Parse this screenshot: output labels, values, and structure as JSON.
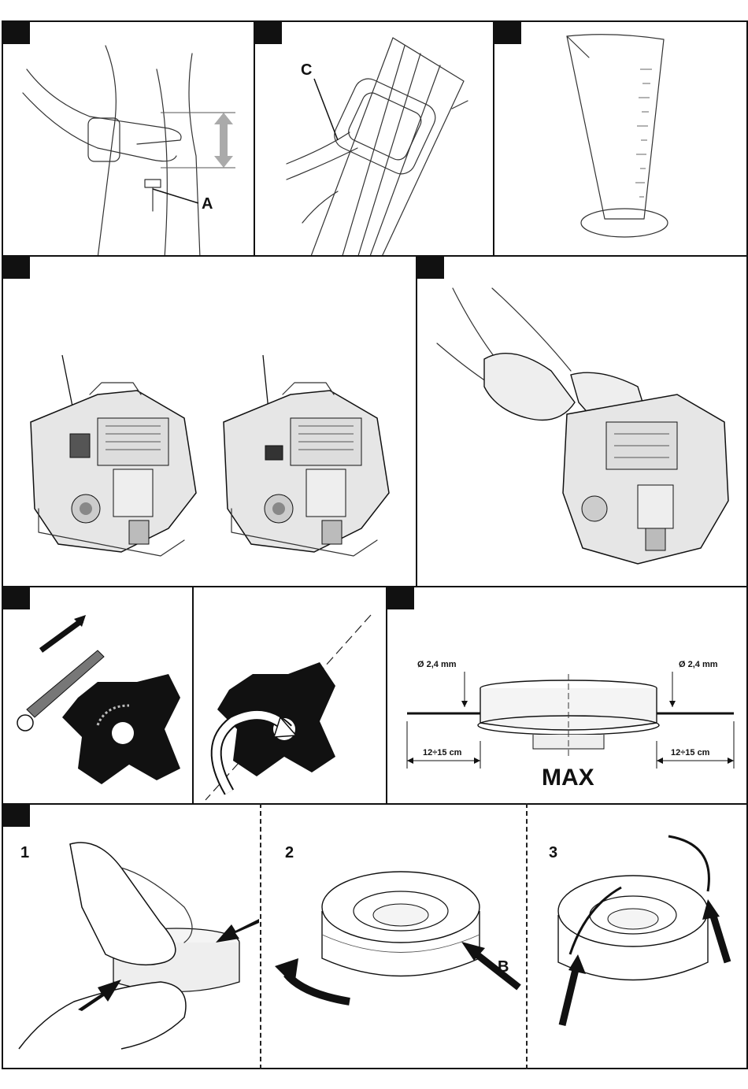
{
  "panels": {
    "p1": {
      "label_a": "A"
    },
    "p2": {
      "label_c": "C"
    },
    "p8": {
      "dia_left": "Ø 2,4 mm",
      "dia_right": "Ø 2,4 mm",
      "len_left": "12÷15 cm",
      "len_right": "12÷15 cm",
      "max": "MAX"
    },
    "p9": {
      "step1": "1",
      "step2": "2",
      "step3": "3",
      "label_b": "B"
    }
  }
}
